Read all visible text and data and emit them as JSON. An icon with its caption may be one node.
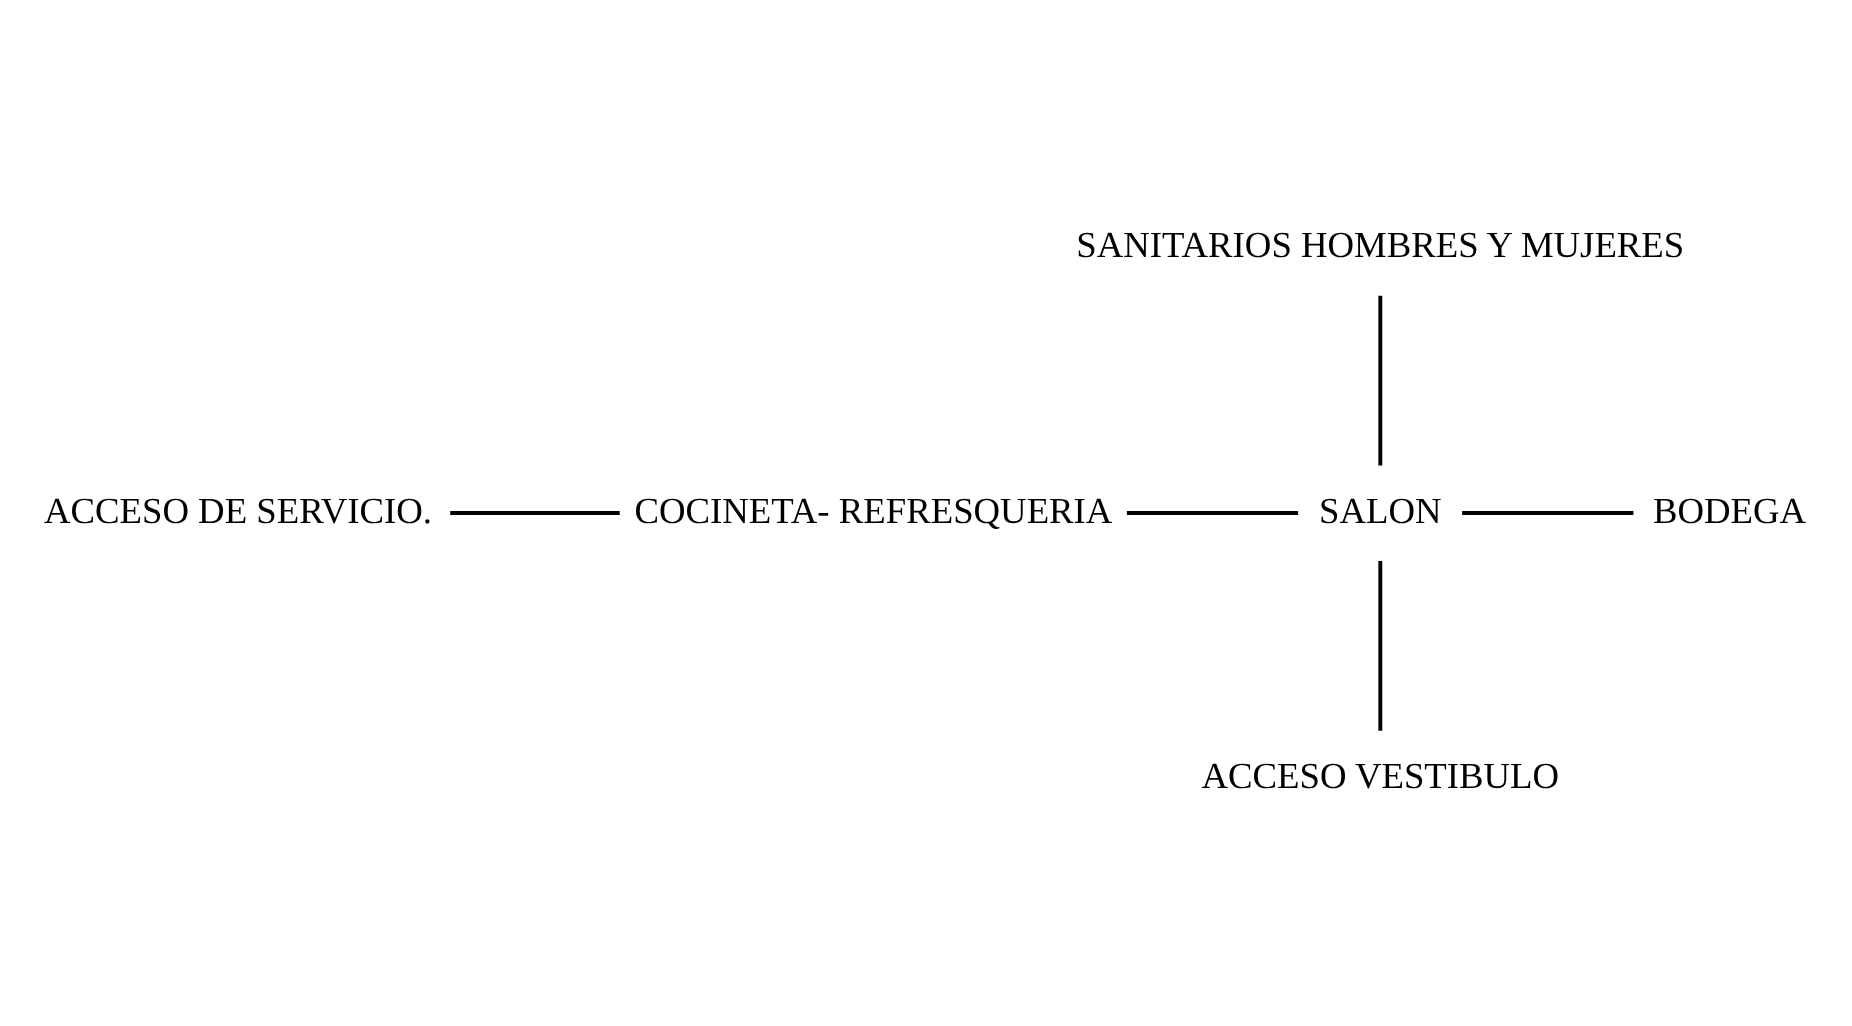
{
  "diagram": {
    "nodes": [
      {
        "text": [
          "SANITARIOS HOMBRES Y MUJERES"
        ]
      },
      {
        "text": [
          "ACCESO DE SERVICIO."
        ]
      },
      {
        "text": [
          "COCINETA- REFRESQUERIA"
        ]
      },
      {
        "text": [
          "SALON"
        ]
      },
      {
        "text": [
          "BODEGA"
        ]
      },
      {
        "text": [
          "ACCESO VESTIBULO"
        ]
      }
    ],
    "edges": [
      {
        "from": 1,
        "to": 2,
        "arrow": "none"
      },
      {
        "from": 2,
        "to": 3,
        "arrow": "none"
      },
      {
        "from": 0,
        "to": 3,
        "arrow": "none"
      },
      {
        "from": 3,
        "to": 4,
        "arrow": "none"
      },
      {
        "from": 3,
        "to": 5,
        "arrow": "none"
      }
    ]
  }
}
